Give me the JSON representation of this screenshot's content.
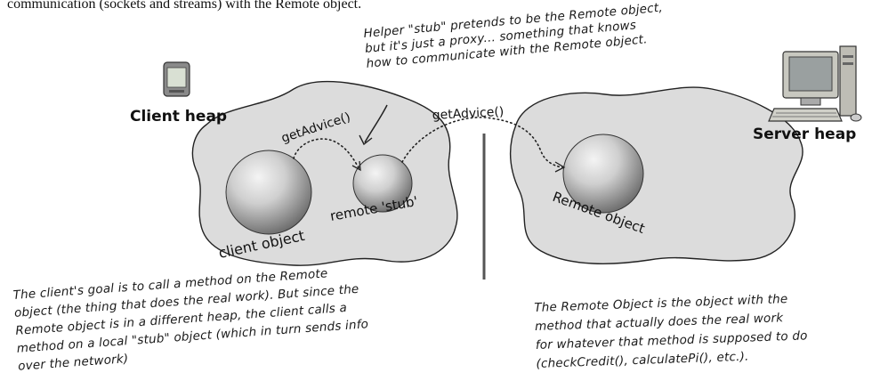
{
  "caption": {
    "top": "communication (sockets and streams) with the Remote object."
  },
  "client_side": {
    "heap_label": "Client heap",
    "client_object_label": "client object",
    "stub_label": "remote 'stub'",
    "call_label": "getAdvice()",
    "note_lines": [
      "The client's goal is to call a method on the Remote",
      "object (the thing that does the real work). But since the",
      "Remote object is in a different heap, the client calls a",
      "method on a local \"stub\" object (which in turn sends info",
      "over the network)"
    ]
  },
  "server_side": {
    "heap_label": "Server heap",
    "remote_object_label": "Remote object",
    "network_call_label": "getAdvice()",
    "note_lines": [
      "The Remote Object is the object with the",
      "method that actually does the real work",
      "for whatever that method is supposed to do",
      "(checkCredit(), calculatePi(), etc.)."
    ]
  },
  "stub_callout": {
    "lines": [
      "Helper \"stub\" pretends to be the Remote object,",
      "but it's just a proxy... something that knows",
      "how to communicate with the Remote object."
    ]
  },
  "icons": {
    "client_device": "pda-icon",
    "server_device": "desktop-computer-icon"
  }
}
